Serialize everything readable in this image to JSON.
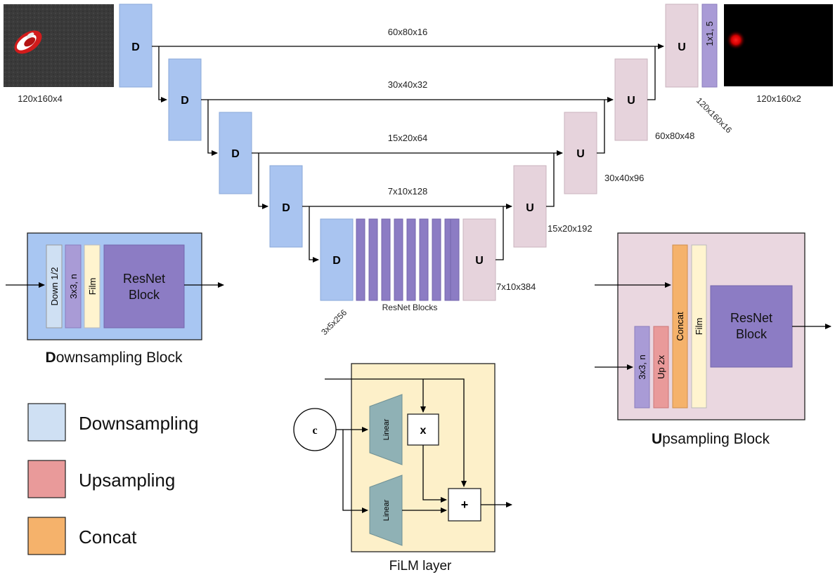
{
  "colors": {
    "down": "#a9c4f0",
    "down_light": "#cfe0f3",
    "up": "#e6d3dc",
    "up_box_bg": "#ead7e0",
    "resnet": "#8c7cc4",
    "conv": "#a99bd6",
    "film": "#fff4cf",
    "film_bg": "#fdf0c9",
    "concat": "#f5b26b",
    "upsample": "#e99a9a",
    "linear": "#8fb1b5",
    "down_box_bg": "#a8c6f2"
  },
  "unet": {
    "down_label": "D",
    "up_label": "U",
    "input_size": "120x160x4",
    "output_size": "120x160x2",
    "skips": [
      "60x80x16",
      "30x40x32",
      "15x20x64",
      "7x10x128"
    ],
    "up_outputs": [
      "60x80x48",
      "30x40x96",
      "15x20x192",
      "7x10x384"
    ],
    "final_conv_label": "1x1, 5",
    "final_conv_size": "120x160x16",
    "bottleneck_size": "3x5x256",
    "resnet_blocks_label": "ResNet Blocks"
  },
  "down_block": {
    "down_label": "Down 1/2",
    "conv_label": "3x3, n",
    "film_label": "Film",
    "resnet_label_1": "ResNet",
    "resnet_label_2": "Block",
    "caption_bold": "D",
    "caption_rest": "ownsampling Block"
  },
  "up_block": {
    "conv_label": "3x3, n",
    "up_label": "Up 2x",
    "concat_label": "Concat",
    "film_label": "Film",
    "resnet_label_1": "ResNet",
    "resnet_label_2": "Block",
    "caption_bold": "U",
    "caption_rest": "psampling Block"
  },
  "film_layer": {
    "c_label": "c",
    "linear_label": "Linear",
    "mult_label": "x",
    "add_label": "+",
    "caption": "FiLM layer"
  },
  "legend": [
    {
      "label": "Downsampling",
      "color": "#cfe0f3"
    },
    {
      "label": "Upsampling",
      "color": "#e99a9a"
    },
    {
      "label": "Concat",
      "color": "#f5b26b"
    }
  ]
}
